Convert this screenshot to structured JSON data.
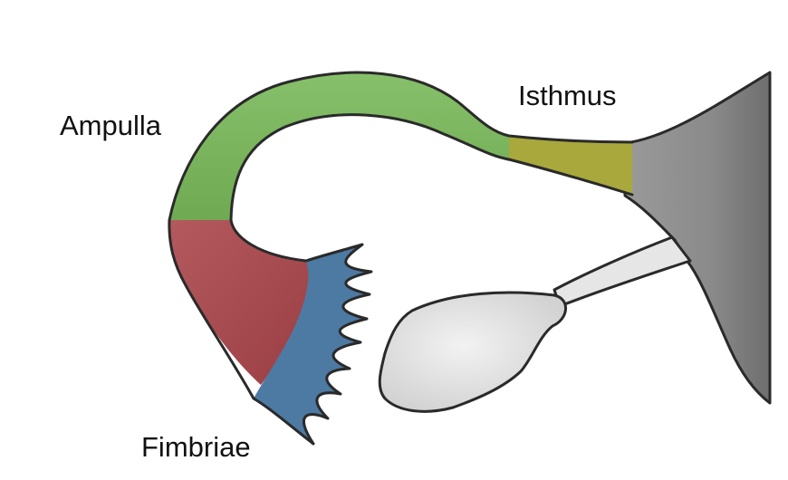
{
  "labels": {
    "ampulla": "Ampulla",
    "isthmus": "Isthmus",
    "fimbriae": "Fimbriae"
  },
  "colors": {
    "ampulla": "#7bb85c",
    "isthmus": "#a6a63a",
    "infundibulum": "#a9484e",
    "fimbriae": "#3f6b93",
    "uterus": "#8f8f8f",
    "ovary": "#e3e3e3",
    "outline": "#2a2a2a"
  }
}
